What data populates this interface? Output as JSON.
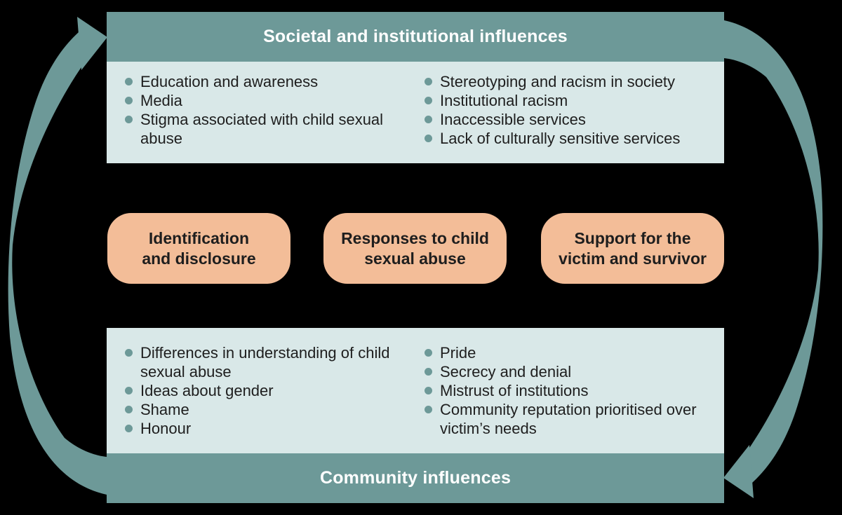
{
  "diagram": {
    "top_banner": "Societal and institutional influences",
    "bottom_banner": "Community influences",
    "top_box": {
      "left_items": [
        "Education and awareness",
        "Media",
        "Stigma associated with child sexual\nabuse"
      ],
      "right_items": [
        "Stereotyping and racism in society",
        "Institutional racism",
        "Inaccessible services",
        "Lack of culturally sensitive services"
      ]
    },
    "center_boxes": [
      "Identification\nand disclosure",
      "Responses to child\nsexual abuse",
      "Support for the\nvictim and survivor"
    ],
    "bottom_box": {
      "left_items": [
        "Differences in understanding of child\nsexual abuse",
        "Ideas about gender",
        "Shame",
        "Honour"
      ],
      "right_items": [
        "Pride",
        "Secrecy and denial",
        "Mistrust of institutions",
        "Community reputation prioritised over\nvictim’s needs"
      ]
    }
  },
  "icons": {
    "bullet": "circle",
    "cycle_arrows": "tapered curved arrows forming clockwise loop"
  },
  "colors": {
    "background": "#000000",
    "banner_teal": "#6d9998",
    "arrow_teal": "#6d9998",
    "light_box": "#d9e8e8",
    "bullet_teal": "#6d9998",
    "pill_peach": "#f3bd98",
    "text_dark": "#1e1e1e",
    "banner_text": "#ffffff"
  }
}
